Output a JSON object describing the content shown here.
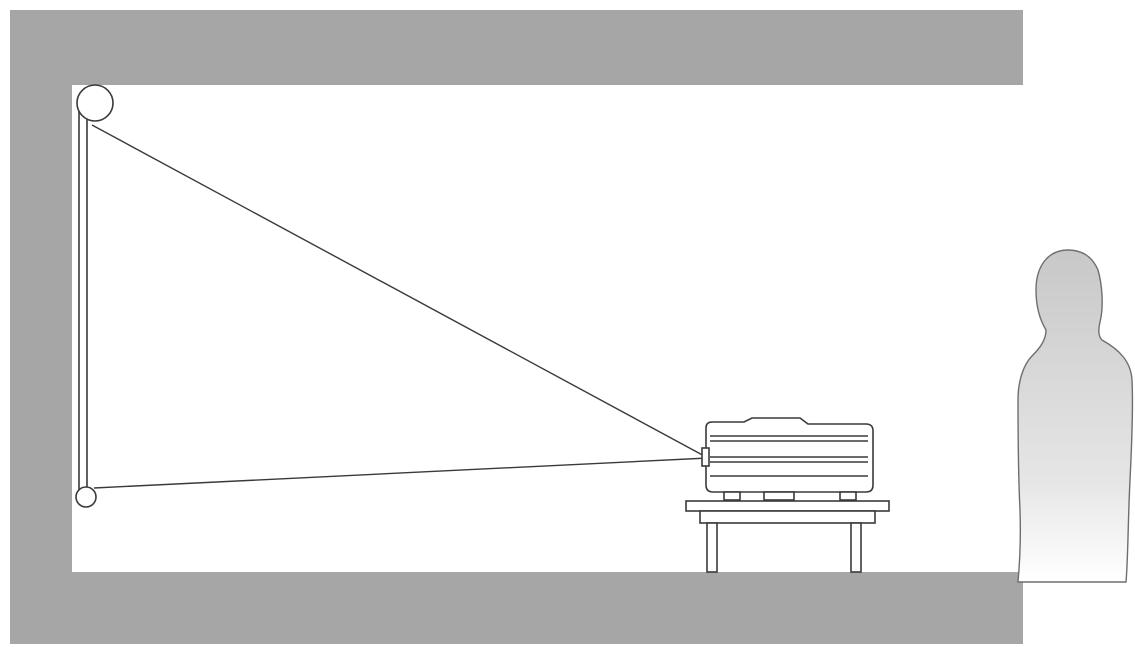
{
  "diagram": {
    "kind": "projector-installation",
    "elements": [
      "room-walls",
      "projection-screen",
      "projection-beam",
      "projector",
      "table",
      "viewer-silhouette"
    ],
    "colors": {
      "wall": "#a6a6a6",
      "background": "#ffffff",
      "line": "#3a3a3a",
      "person_top": "#c8c8c8",
      "person_bottom": "#ffffff"
    }
  }
}
